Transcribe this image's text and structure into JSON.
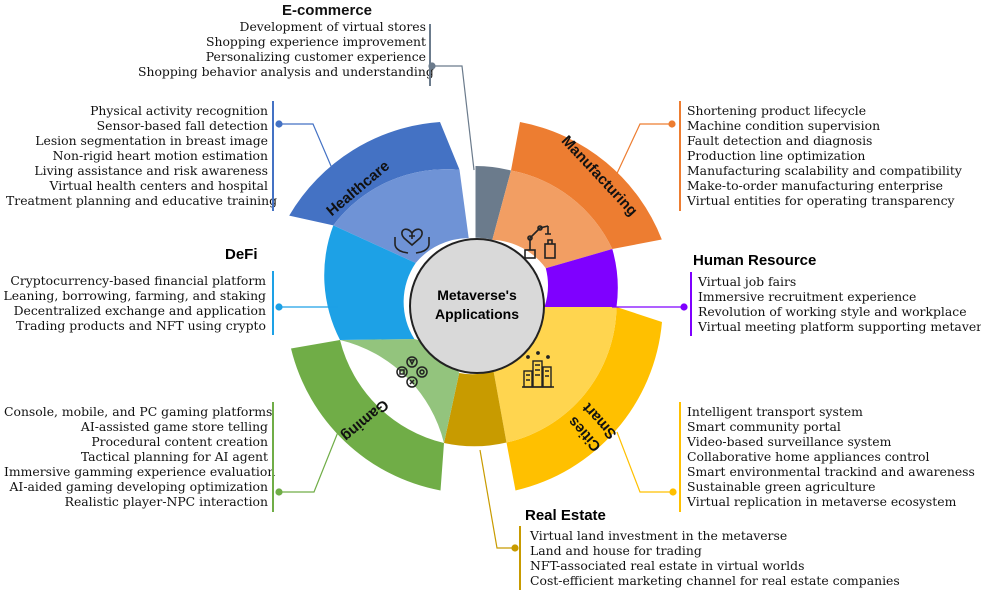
{
  "center_label": [
    "Metaverse's",
    "Applications"
  ],
  "colors": {
    "ecommerce": "#6b7b8c",
    "manufacturing": "#ed7d31",
    "human_resource": "#7f00ff",
    "smart_cities": "#ffc000",
    "real_estate": "#c89b00",
    "gaming": "#70ad47",
    "defi": "#1da1e6",
    "healthcare": "#4472c4"
  },
  "sectors": {
    "healthcare": {
      "label": "Healthcare",
      "icon": "heart-in-hands-icon"
    },
    "manufacturing": {
      "label": "Manufacturing",
      "icon": "robot-arm-icon"
    },
    "smart_cities": {
      "label": "Smart\nCities",
      "label_line1": "Smart",
      "label_line2": "Cities",
      "icon": "city-buildings-icon"
    },
    "gaming": {
      "label": "Gaming",
      "icon": "gamepad-icon"
    }
  },
  "blocks": {
    "ecommerce": {
      "title": "E-commerce",
      "items": [
        "Development of virtual stores",
        "Shopping experience improvement",
        "Personalizing customer experience",
        "Shopping behavior analysis and understanding"
      ]
    },
    "healthcare": {
      "title": "",
      "items": [
        "Physical activity recognition",
        "Sensor-based fall detection",
        "Lesion segmentation in breast image",
        "Non-rigid heart motion estimation",
        "Living assistance and risk awareness",
        "Virtual health centers and hospital",
        "Treatment planning and educative training"
      ]
    },
    "manufacturing": {
      "title": "",
      "items": [
        "Shortening product lifecycle",
        "Machine condition supervision",
        "Fault detection and diagnosis",
        "Production line optimization",
        "Manufacturing scalability and compatibility",
        "Make-to-order manufacturing enterprise",
        "Virtual entities for operating transparency"
      ]
    },
    "defi": {
      "title": "DeFi",
      "items": [
        "Cryptocurrency-based financial platform",
        "Leaning, borrowing, farming, and staking",
        "Decentralized exchange and application",
        "Trading products and NFT using crypto"
      ]
    },
    "human_resource": {
      "title": "Human Resource",
      "items": [
        "Virtual job fairs",
        "Immersive recruitment experience",
        "Revolution of working style and workplace",
        "Virtual meeting platform supporting metaverse"
      ]
    },
    "gaming": {
      "title": "",
      "items": [
        "Console, mobile, and PC gaming platforms",
        "AI-assisted game store telling",
        "Procedural content creation",
        "Tactical planning for AI agent",
        "Immersive gamming experience evaluation",
        "AI-aided gaming developing optimization",
        "Realistic player-NPC interaction"
      ]
    },
    "smart_cities": {
      "title": "",
      "items": [
        "Intelligent transport system",
        "Smart community portal",
        "Video-based surveillance system",
        "Collaborative home appliances control",
        "Smart environmental trackind and awareness",
        "Sustainable green agriculture",
        "Virtual replication in metaverse ecosystem"
      ]
    },
    "real_estate": {
      "title": "Real Estate",
      "items": [
        "Virtual land investment in the metaverse",
        "Land and house for trading",
        "NFT-associated real estate in virtual worlds",
        "Cost-efficient marketing channel for real estate companies"
      ]
    }
  }
}
